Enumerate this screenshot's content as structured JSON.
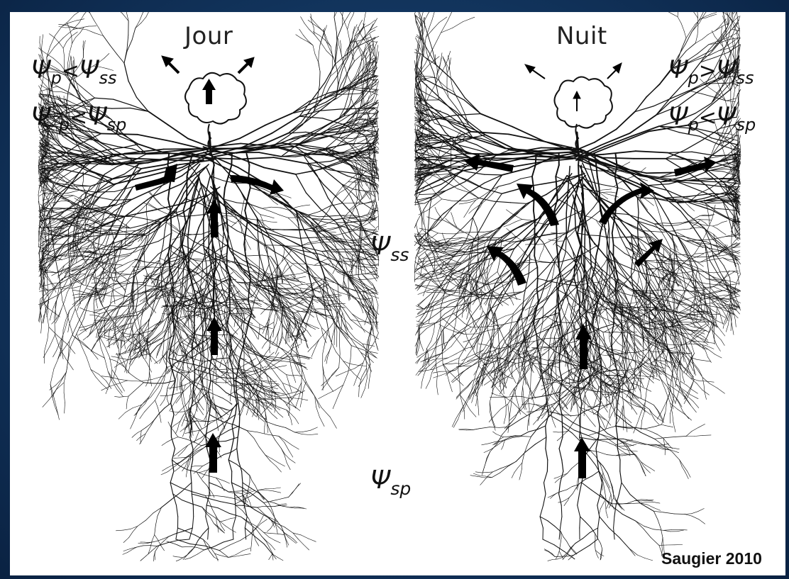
{
  "diagram": {
    "day": {
      "title": "Jour",
      "relation_1": {
        "a": "Ψ",
        "a_sub": "p",
        "op": "<",
        "b": "Ψ",
        "b_sub": "ss"
      },
      "relation_2": {
        "a": "Ψ",
        "a_sub": "p",
        "op": "<",
        "b": "Ψ",
        "b_sub": "sp"
      }
    },
    "night": {
      "title": "Nuit",
      "relation_1": {
        "a": "Ψ",
        "a_sub": "p",
        "op": ">",
        "b": "Ψ",
        "b_sub": "ss"
      },
      "relation_2": {
        "a": "Ψ",
        "a_sub": "p",
        "op": "<",
        "b": "Ψ",
        "b_sub": "sp"
      }
    },
    "psi_ss": {
      "symbol": "Ψ",
      "sub": "ss"
    },
    "psi_sp": {
      "symbol": "Ψ",
      "sub": "sp"
    },
    "credit": "Saugier 2010",
    "colors": {
      "background": "#12355e",
      "panel": "#ffffff",
      "ink": "#111111"
    }
  }
}
